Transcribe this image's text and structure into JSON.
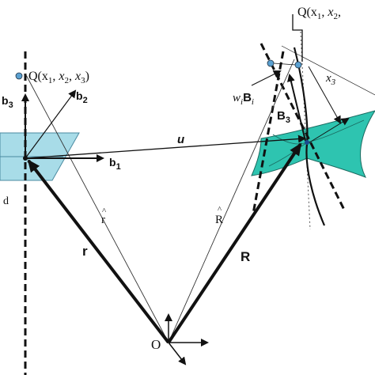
{
  "labels": {
    "Q_left": "Q(x",
    "Q_left_sub1": "1",
    "Q_left_x2": "x",
    "Q_left_sub2": "2",
    "Q_left_x3": "x",
    "Q_left_sub3": "3",
    "Q_left_close": ")",
    "Q_right": "Q(x",
    "Q_right_sub1": "1",
    "Q_right_x2": "x",
    "Q_right_sub2": "2",
    "Q_right_tail": ",",
    "b1": "b",
    "b1_sub": "1",
    "b2": "b",
    "b2_sub": "2",
    "b3": "b",
    "b3_sub": "3",
    "u": "u",
    "d": "d",
    "r_hat": "r",
    "R_hat": "R",
    "r": "r",
    "R": "R",
    "O": "O",
    "x3": "x",
    "x3_sub": "3",
    "B3": "B",
    "B3_sub": "3",
    "wB_w": "w",
    "wB_wsub": "i",
    "wB_B": "B",
    "wB_Bsub": "i",
    "comma": ","
  },
  "colors": {
    "left_plane": "#a8dce8",
    "right_surface": "#2ec4b0",
    "point_marker": "#5aa0d0",
    "ink": "#111111"
  }
}
